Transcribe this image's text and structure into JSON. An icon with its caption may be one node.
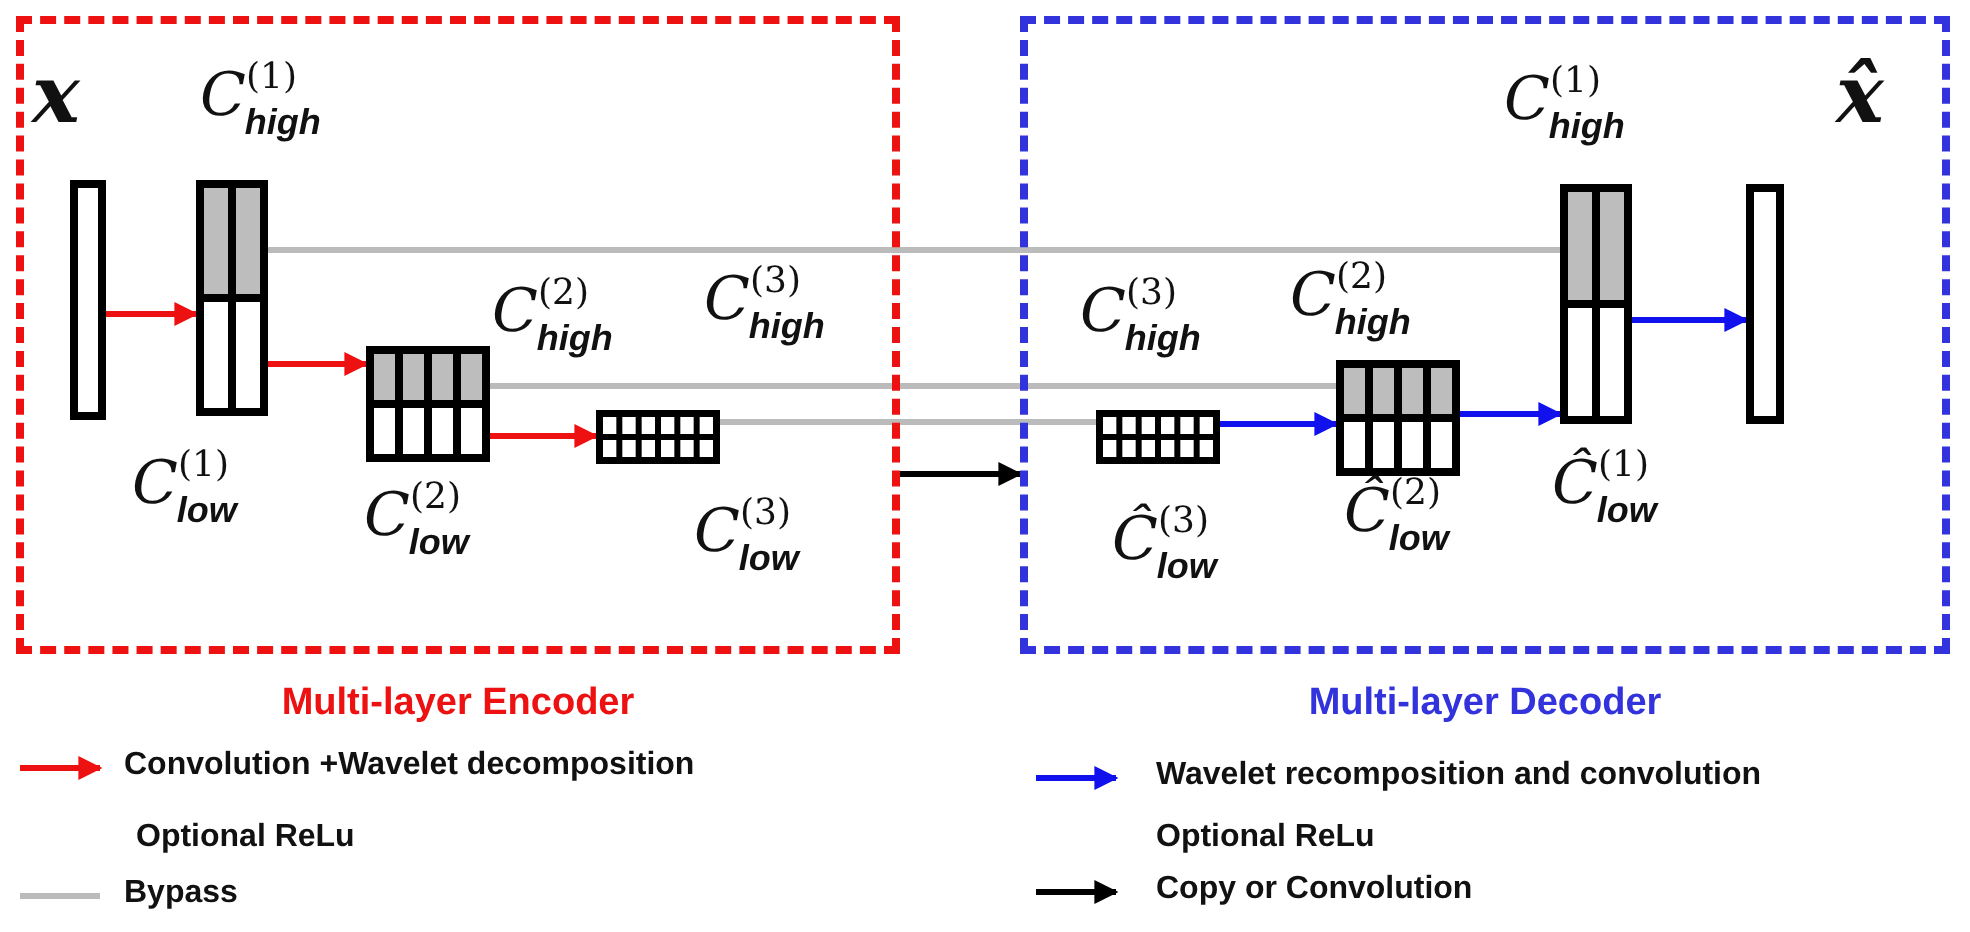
{
  "diagram": {
    "nodes": [
      {
        "text": [
          "Multi-layer Encoder"
        ]
      },
      {
        "text": [
          "Multi-layer Decoder"
        ]
      },
      {
        "text": [],
        "shape": "bar",
        "in": 0,
        "beside": [
          "x"
        ]
      },
      {
        "text": [],
        "shape": "box",
        "in": 0,
        "beside": [
          "C$^{(1)}$$_{high}$",
          "C$^{(1)}$$_{low}$"
        ]
      },
      {
        "text": [],
        "shape": "box",
        "in": 0,
        "beside": [
          "C$^{(2)}$$_{high}$",
          "C$^{(2)}$$_{low}$"
        ]
      },
      {
        "text": [],
        "shape": "box",
        "in": 0,
        "beside": [
          "C$^{(3)}$$_{high}$",
          "C$^{(3)}$$_{low}$"
        ]
      },
      {
        "text": [],
        "shape": "box",
        "in": 1,
        "beside": [
          "C$^{(3)}$$_{high}$",
          "Ĉ$^{(3)}$$_{low}$"
        ]
      },
      {
        "text": [],
        "shape": "box",
        "in": 1,
        "beside": [
          "C$^{(2)}$$_{high}$",
          "Ĉ$^{(2)}$$_{low}$"
        ]
      },
      {
        "text": [],
        "shape": "box",
        "in": 1,
        "beside": [
          "C$^{(1)}$$_{high}$",
          "Ĉ$^{(1)}$$_{low}$"
        ]
      },
      {
        "text": [],
        "shape": "bar",
        "in": 1,
        "beside": [
          "x̂"
        ]
      }
    ],
    "edges": [
      {
        "from": 2,
        "to": 3,
        "arrow": "to",
        "color": "#ee1111"
      },
      {
        "from": 3,
        "to": 4,
        "arrow": "to",
        "color": "#ee1111"
      },
      {
        "from": 4,
        "to": 5,
        "arrow": "to",
        "color": "#ee1111"
      },
      {
        "from": 3,
        "to": 8,
        "arrow": "none",
        "color": "#bbbbbb"
      },
      {
        "from": 4,
        "to": 7,
        "arrow": "none",
        "color": "#bbbbbb"
      },
      {
        "from": 5,
        "to": 6,
        "arrow": "none",
        "color": "#bbbbbb"
      },
      {
        "from": 0,
        "to": 1,
        "arrow": "to",
        "color": "#000000"
      },
      {
        "from": 6,
        "to": 7,
        "arrow": "to",
        "color": "#1111ee"
      },
      {
        "from": 7,
        "to": 8,
        "arrow": "to",
        "color": "#1111ee"
      },
      {
        "from": 8,
        "to": 9,
        "arrow": "to",
        "color": "#1111ee"
      }
    ],
    "labels": [
      "Optional ReLu",
      "Optional ReLu"
    ],
    "legend": [
      {
        "text": "Convolution +Wavelet decomposition"
      },
      {
        "text": "Bypass"
      },
      {
        "text": "Wavelet recomposition and convolution"
      },
      {
        "text": "Copy or Convolution"
      }
    ]
  }
}
